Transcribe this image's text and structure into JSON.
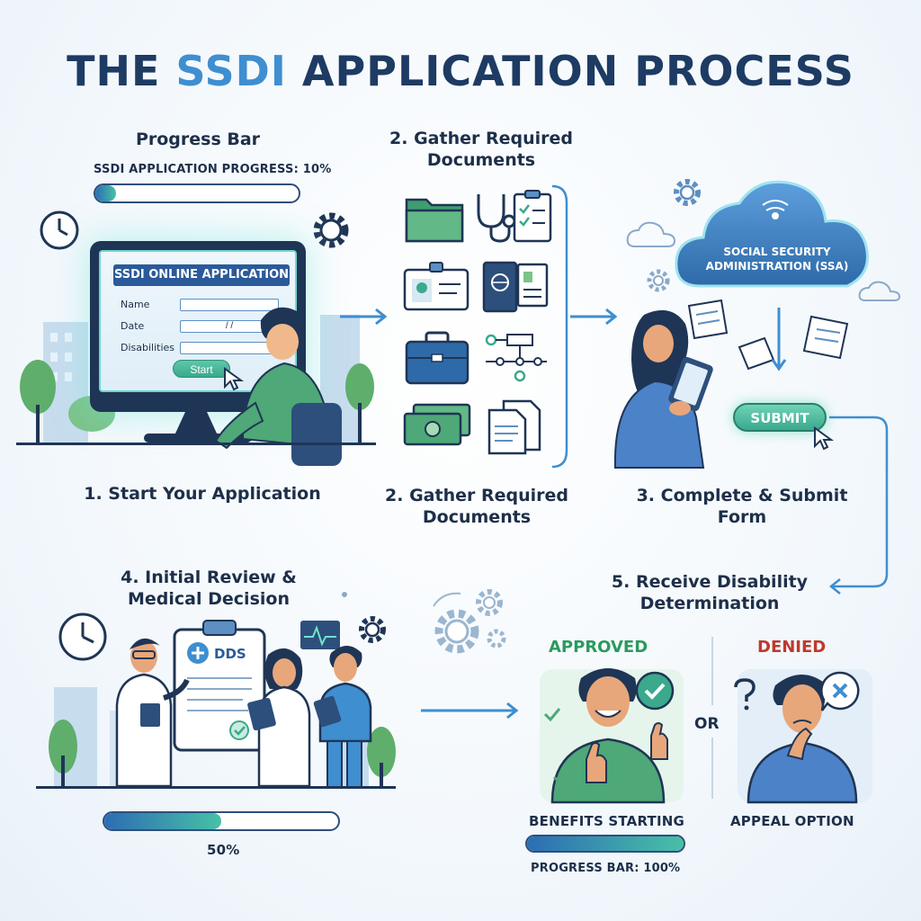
{
  "title": {
    "part1": "THE ",
    "part2": "SSDI",
    "part3": " APPLICATION PROCESS"
  },
  "progress_section": {
    "heading": "Progress Bar",
    "caption": "SSDI APPLICATION PROGRESS: 10%",
    "value": 0.1
  },
  "online_app": {
    "header": "SSDI ONLINE APPLICATION",
    "fields": [
      "Name",
      "Date",
      "Disabilities"
    ],
    "date_value": "/     /",
    "start_label": "Start"
  },
  "step1": {
    "label": "1. Start Your Application"
  },
  "step2": {
    "top_label_line1": "2. Gather Required",
    "top_label_line2": "Documents",
    "label_line1": "2. Gather Required",
    "label_line2": "Documents",
    "document_icons": [
      "folder-icon",
      "stethoscope-icon",
      "checklist-icon",
      "id-card-icon",
      "passport-icon",
      "certificate-icon",
      "briefcase-icon",
      "flowchart-icon",
      "cash-icon",
      "documents-stack-icon"
    ]
  },
  "step3": {
    "label_line1": "3. Complete & Submit",
    "label_line2": "Form",
    "cloud_line1": "SOCIAL SECURITY",
    "cloud_line2": "ADMINISTRATION (SSA)",
    "submit_label": "SUBMIT"
  },
  "step4": {
    "label_line1": "4. Initial Review &",
    "label_line2": "Medical Decision",
    "clipboard_label": "DDS",
    "progress_value": 0.5,
    "progress_text": "50%"
  },
  "step5": {
    "label_line1": "5. Receive Disability",
    "label_line2": "Determination",
    "approved": "APPROVED",
    "denied": "DENIED",
    "or": "OR",
    "benefits": "BENEFITS STARTING",
    "appeal": "APPEAL OPTION",
    "final_progress_value": 1.0,
    "final_progress_text": "PROGRESS BAR: 100%"
  },
  "colors": {
    "navy": "#1d3b63",
    "accent_blue": "#3f8ed0",
    "teal": "#48c0a6",
    "approved_green": "#2b9a5e",
    "denied_red": "#c0392b"
  }
}
